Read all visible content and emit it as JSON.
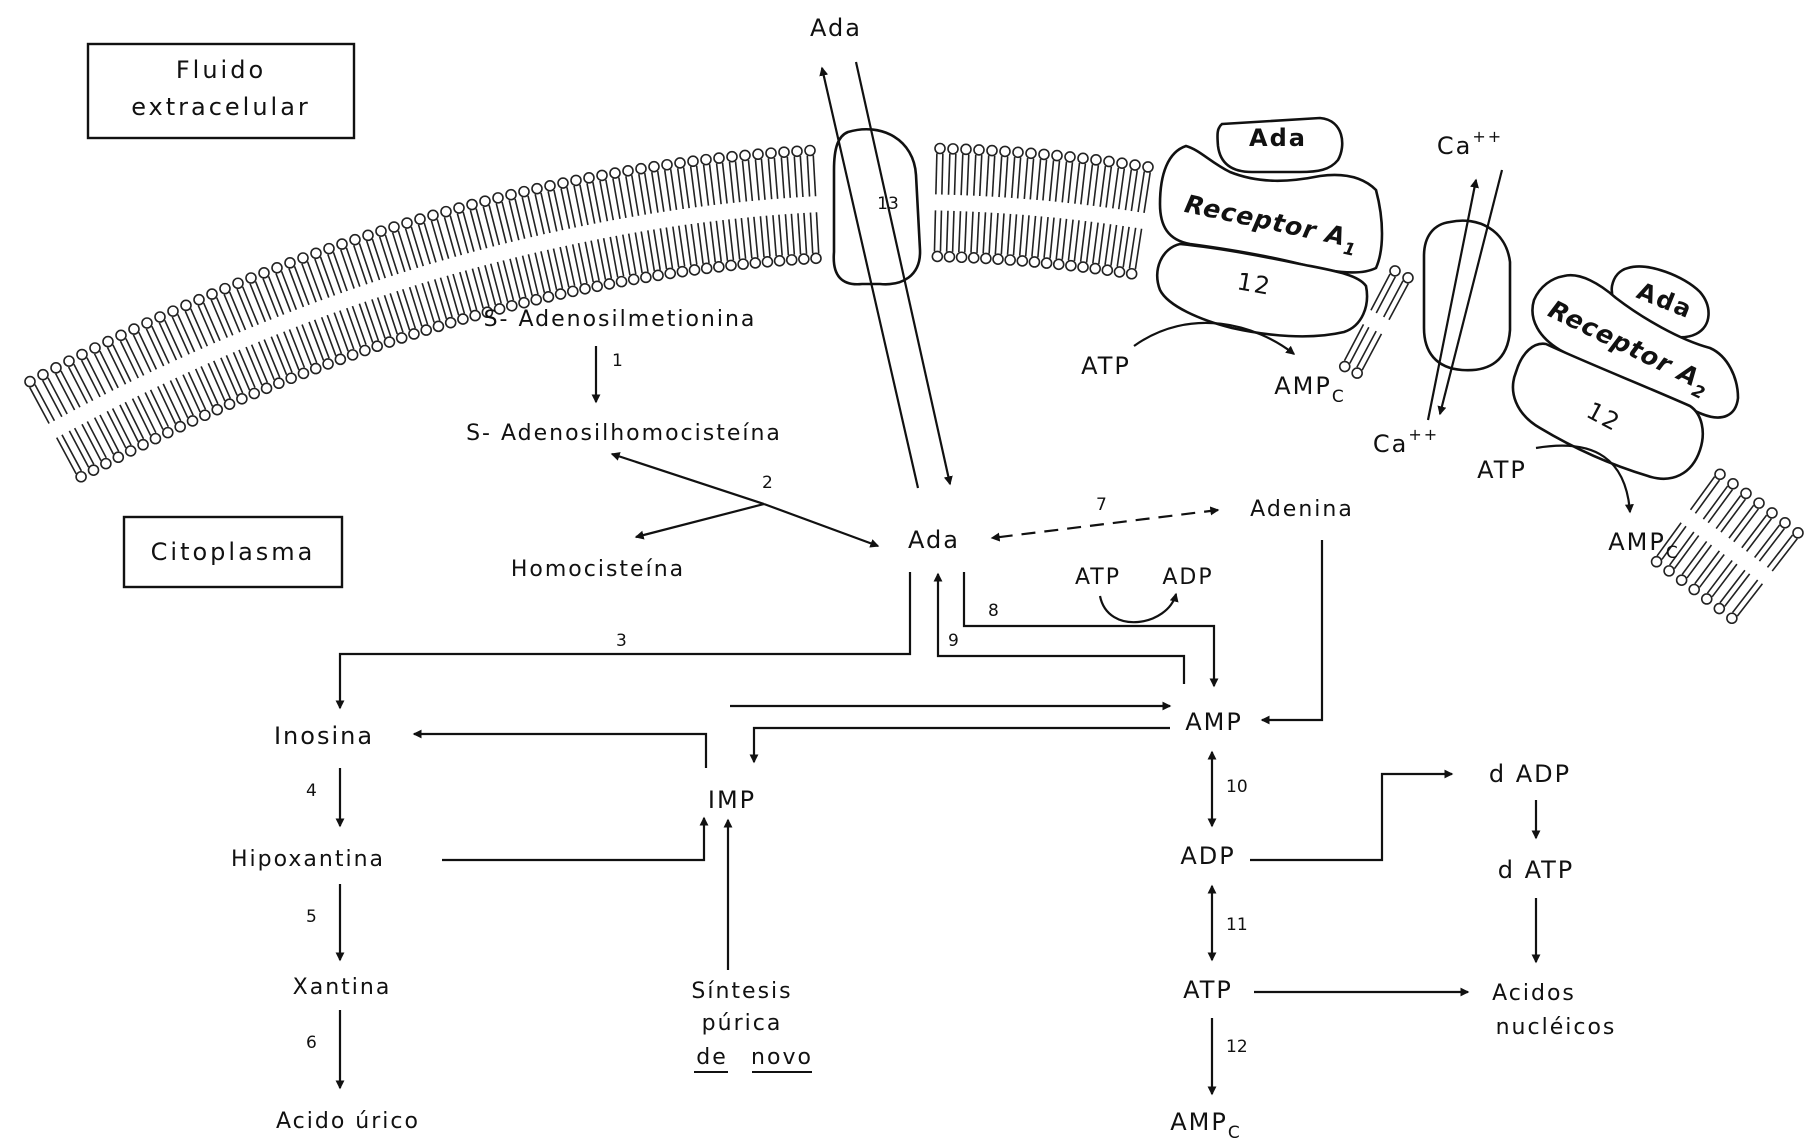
{
  "regions": {
    "extracellular": [
      "Fluido",
      "extracelular"
    ],
    "cytoplasm": "Citoplasma"
  },
  "membrane": {
    "channel_number": "13",
    "receptor_a1": {
      "ligand": "Ada",
      "name": "Receptor A",
      "subscript": "1",
      "effector": "12"
    },
    "receptor_a2": {
      "ligand": "Ada",
      "name": "Receptor A",
      "subscript": "2",
      "effector": "12"
    },
    "ion_out": "Ca",
    "ion_in": "Ca",
    "ion_charge": "++"
  },
  "metabolites": {
    "ada_outside": "Ada",
    "sam": "S- Adenosilmetionina",
    "sah": "S- Adenosilhomocisteína",
    "homocysteine": "Homocisteína",
    "ada_inside": "Ada",
    "adenine": "Adenina",
    "inosine": "Inosina",
    "hypoxanthine": "Hipoxantina",
    "xanthine": "Xantina",
    "uric_acid": "Acido úrico",
    "imp": "IMP",
    "de_novo": [
      "Síntesis",
      "púrica"
    ],
    "de_novo_underlined": [
      "de",
      "novo"
    ],
    "amp": "AMP",
    "adp": "ADP",
    "atp": "ATP",
    "camp_base": "AMP",
    "camp_sub": "C",
    "dadp": "d ADP",
    "datp": "d ATP",
    "nucleic_acids": [
      "Acidos",
      "nucléicos"
    ],
    "atp_side": "ATP",
    "adp_side": "ADP"
  },
  "enzymes": [
    "1",
    "2",
    "3",
    "4",
    "5",
    "6",
    "7",
    "8",
    "9",
    "10",
    "11",
    "12"
  ],
  "colors": {
    "ink": "#111111",
    "paper": "#ffffff"
  }
}
